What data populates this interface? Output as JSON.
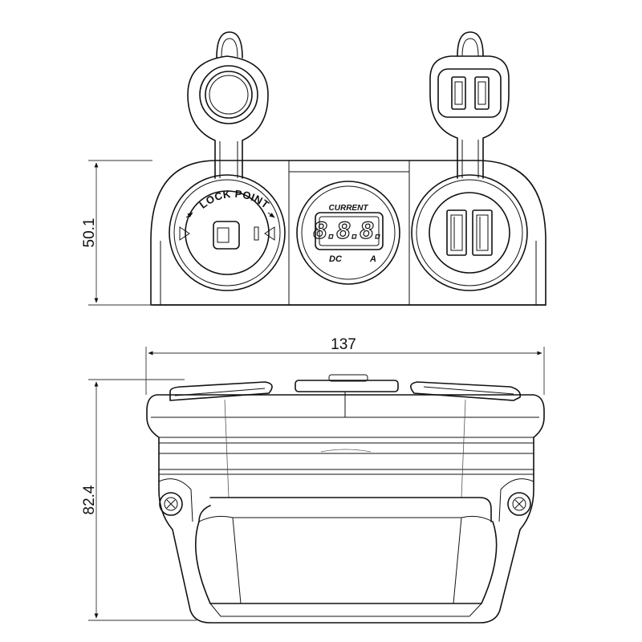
{
  "dimensions": {
    "height_front": "50.1",
    "width_top": "137",
    "depth_top": "82.4"
  },
  "labels": {
    "lock_point": "LOCK POINT",
    "current": "CURRENT",
    "dc": "DC",
    "amp": "A",
    "display_reading": "8.8.8."
  },
  "icons": {
    "socket": "cigarette-lighter-socket-icon",
    "usb": "dual-usb-port-icon",
    "voltmeter": "digital-ammeter-icon"
  }
}
